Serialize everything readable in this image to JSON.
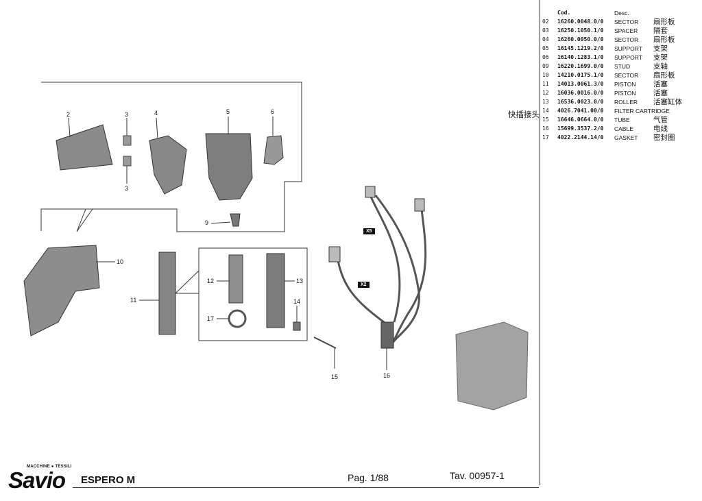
{
  "table": {
    "header_code": "Cod.",
    "header_desc": "Desc.",
    "rows": [
      {
        "pos": "02",
        "code": "16260.0048.0/0",
        "desc": "SECTOR",
        "cn": "扇形板"
      },
      {
        "pos": "03",
        "code": "16250.1050.1/0",
        "desc": "SPACER",
        "cn": "隔套"
      },
      {
        "pos": "04",
        "code": "16260.0050.0/0",
        "desc": "SECTOR",
        "cn": "扇形板"
      },
      {
        "pos": "05",
        "code": "16145.1219.2/0",
        "desc": "SUPPORT",
        "cn": "支架"
      },
      {
        "pos": "06",
        "code": "16140.1283.1/0",
        "desc": "SUPPORT",
        "cn": "支架"
      },
      {
        "pos": "09",
        "code": "16220.1699.0/0",
        "desc": "STUD",
        "cn": "支轴"
      },
      {
        "pos": "10",
        "code": "14210.0175.1/0",
        "desc": "SECTOR",
        "cn": "扇形板"
      },
      {
        "pos": "11",
        "code": "14013.0061.3/0",
        "desc": "PISTON",
        "cn": "活塞"
      },
      {
        "pos": "12",
        "code": "16036.0016.0/0",
        "desc": "PISTON",
        "cn": "活塞"
      },
      {
        "pos": "13",
        "code": "16536.0023.0/0",
        "desc": "ROLLER",
        "cn": "活塞缸体"
      },
      {
        "pos": "14",
        "code": "4026.7041.00/0",
        "desc": "FILTER CARTRIDGE",
        "cn": ""
      },
      {
        "pos": "15",
        "code": "16646.0664.0/0",
        "desc": "TUBE",
        "cn": "气管"
      },
      {
        "pos": "16",
        "code": "15699.3537.2/0",
        "desc": "CABLE",
        "cn": "电线"
      },
      {
        "pos": "17",
        "code": "4022.2144.14/0",
        "desc": "GASKET",
        "cn": "密封圈"
      }
    ]
  },
  "side_note": "快插接头",
  "callouts": {
    "n2": "2",
    "n3a": "3",
    "n3b": "3",
    "n4": "4",
    "n5": "5",
    "n6": "6",
    "n9": "9",
    "n10": "10",
    "n11": "11",
    "n12": "12",
    "n13": "13",
    "n14": "14",
    "n15": "15",
    "n16": "16",
    "n17": "17"
  },
  "tags": {
    "x5": "X5",
    "x2": "X2"
  },
  "footer": {
    "brand_small": "MACCHINE ● TESSILI",
    "brand": "Savio",
    "model": "ESPERO M",
    "page": "Pag. 1/88",
    "tav": "Tav. 00957-1"
  }
}
